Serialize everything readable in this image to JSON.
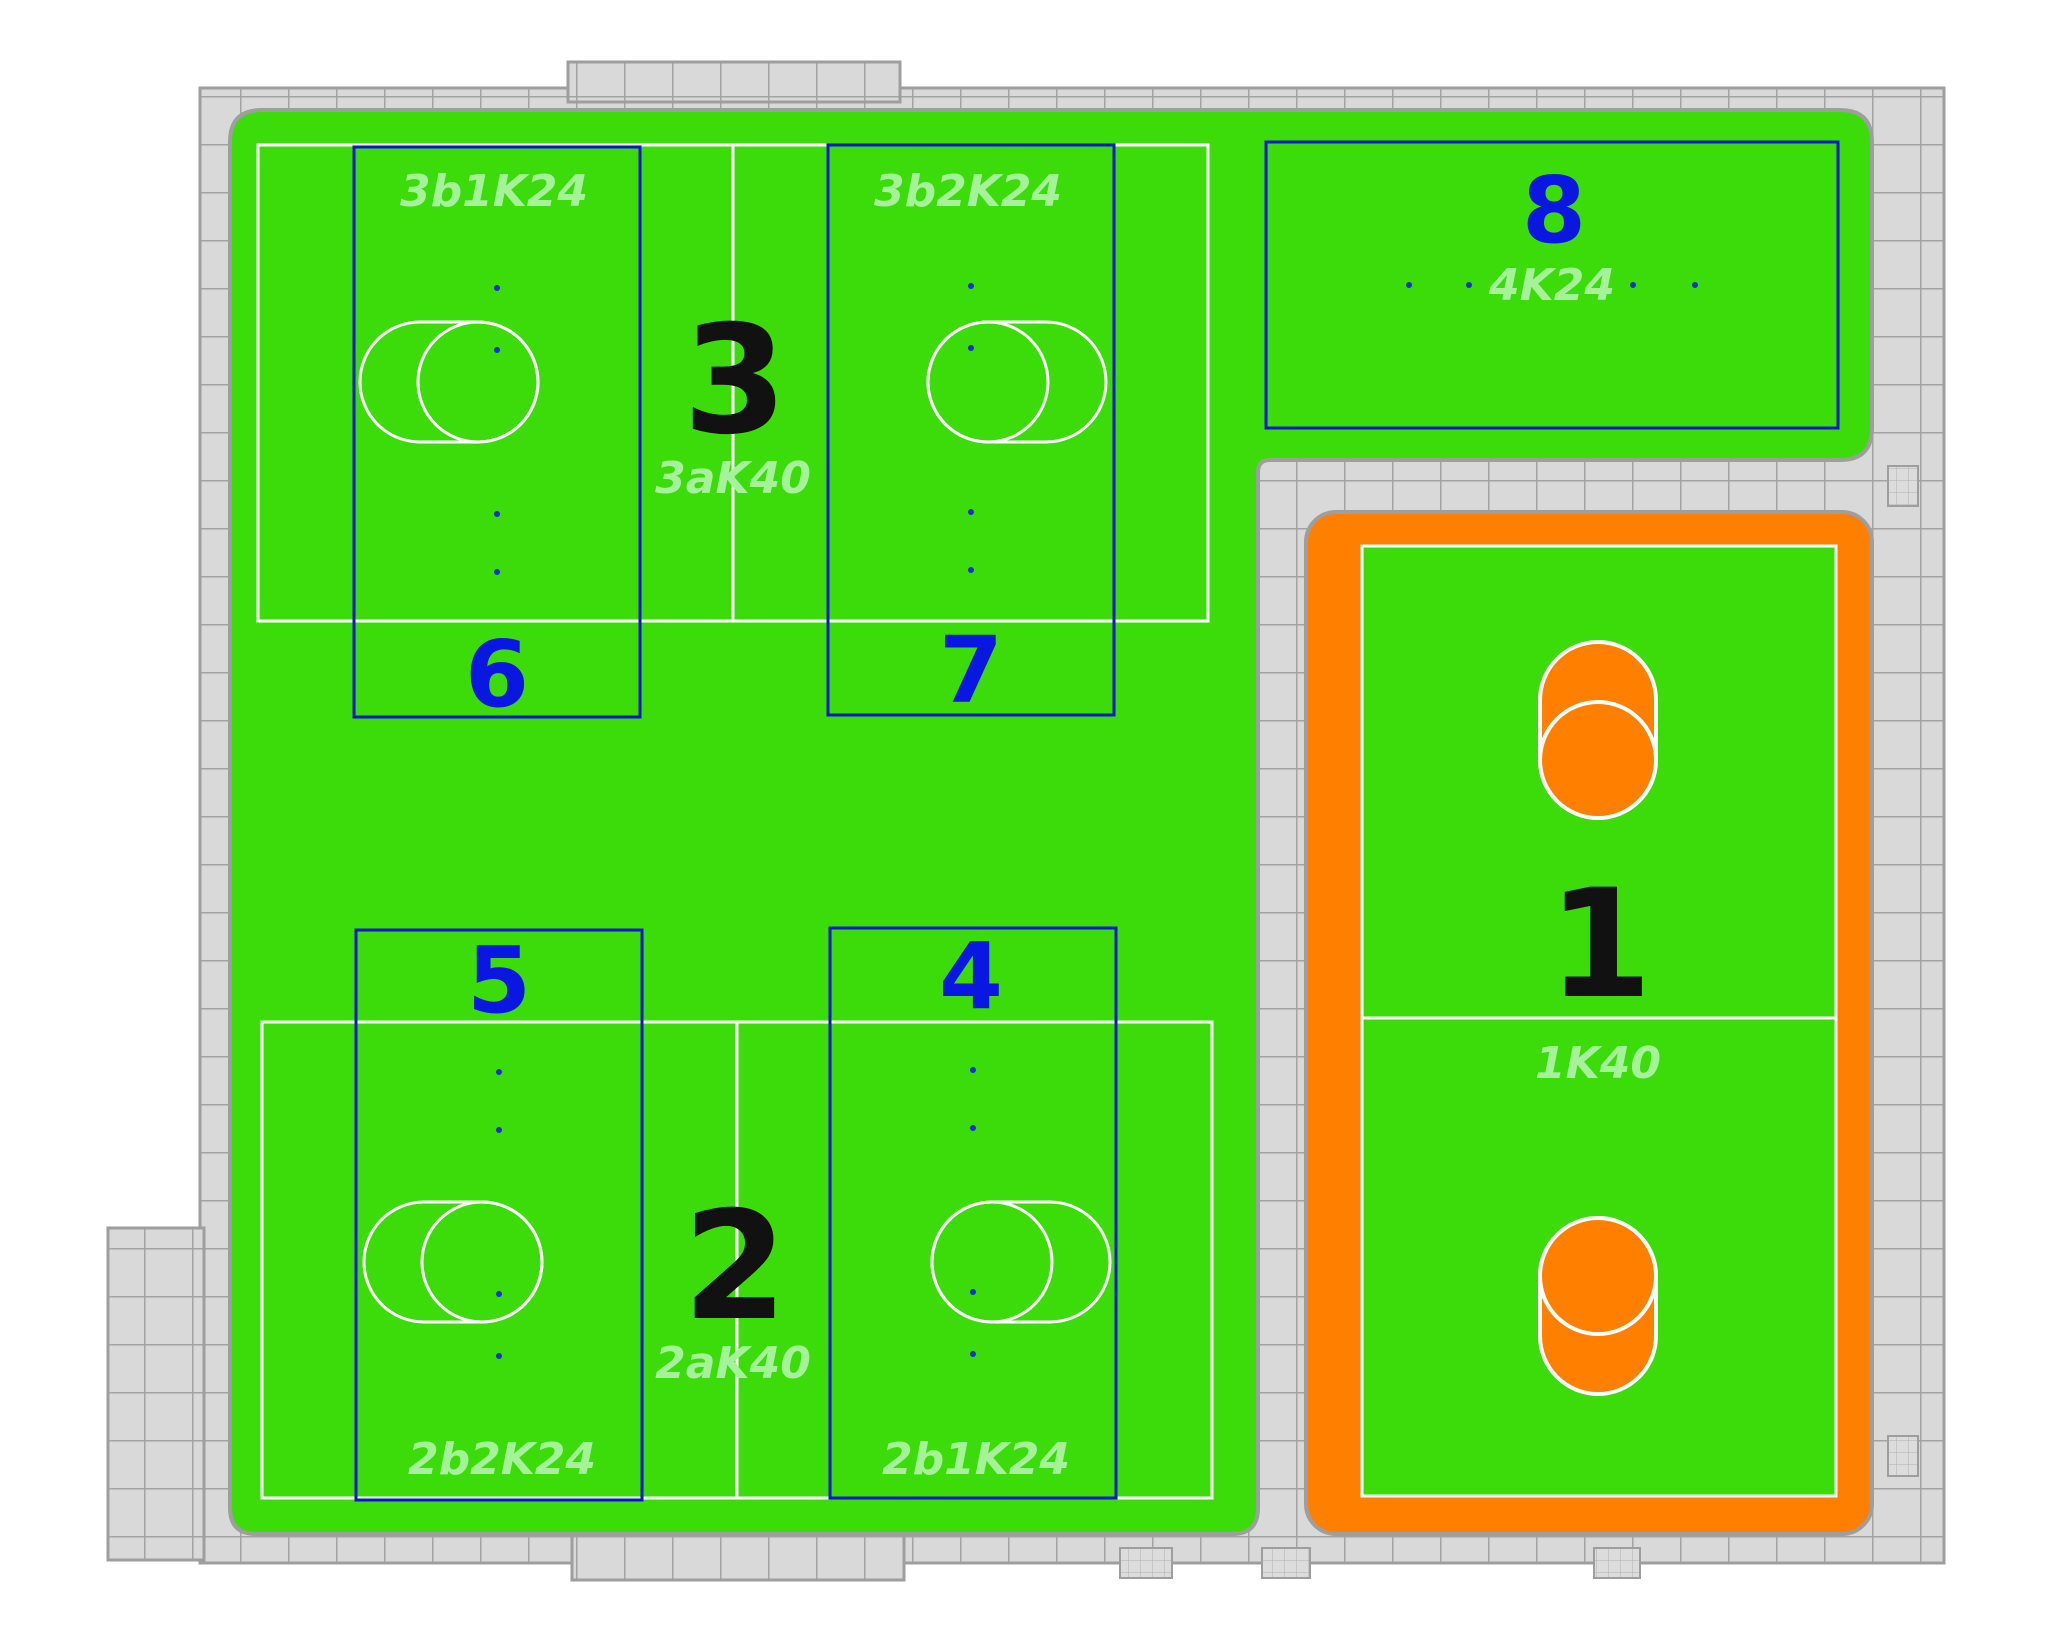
{
  "zones": [
    {
      "id": "zone-3",
      "number": "3",
      "code": "3aK40"
    },
    {
      "id": "zone-2",
      "number": "2",
      "code": "2aK40"
    },
    {
      "id": "zone-1",
      "number": "1",
      "code": "1K40"
    }
  ],
  "sub_courts": [
    {
      "id": "3b1",
      "code": "3b1K24"
    },
    {
      "id": "3b2",
      "code": "3b2K24"
    },
    {
      "id": "2b2",
      "code": "2b2K24"
    },
    {
      "id": "2b1",
      "code": "2b1K24"
    },
    {
      "id": "4",
      "code": "4K24"
    }
  ],
  "court_numbers": [
    "6",
    "7",
    "5",
    "4",
    "8"
  ],
  "colors": {
    "turf": "#3bdc0a",
    "paving": "#d9d9d9",
    "paving_grout": "#9e9e9e",
    "orange_track": "#ff8000",
    "blue_marking": "#0a17c8",
    "white_marking": "#ffffff",
    "code_text": "#a6f29a",
    "zone_number": "#111111"
  }
}
